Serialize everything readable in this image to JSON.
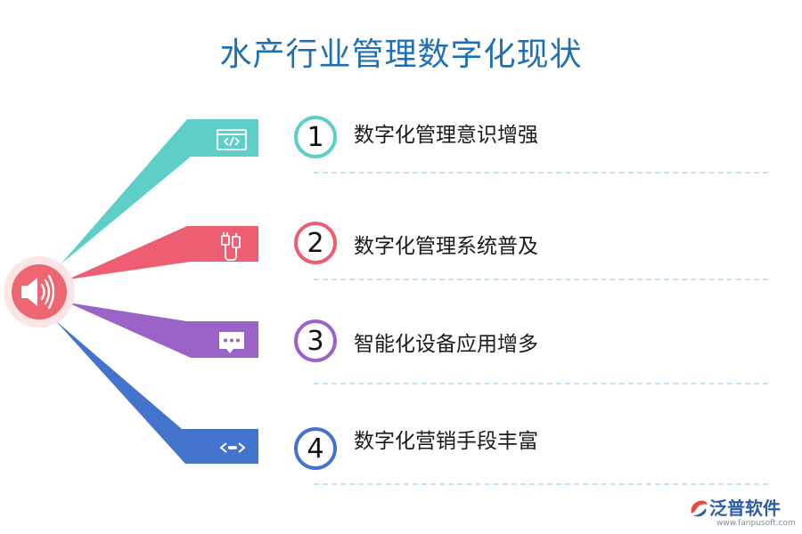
{
  "title": "水产行业管理数字化现状",
  "items": [
    {
      "number": "1",
      "label": "数字化管理意识增强",
      "color": "#5ecfc8",
      "icon": "code-window-icon"
    },
    {
      "number": "2",
      "label": "数字化管理系统普及",
      "color": "#ee5e72",
      "icon": "cable-plug-icon"
    },
    {
      "number": "3",
      "label": "智能化设备应用增多",
      "color": "#9b63c7",
      "icon": "chat-bubble-icon"
    },
    {
      "number": "4",
      "label": "数字化营销手段丰富",
      "color": "#4373cc",
      "icon": "code-arrows-icon"
    }
  ],
  "hub": {
    "icon": "speaker-icon",
    "color": "#ef6673"
  },
  "logo": {
    "text": "泛普软件",
    "url": "www.fanpusoft.com"
  }
}
